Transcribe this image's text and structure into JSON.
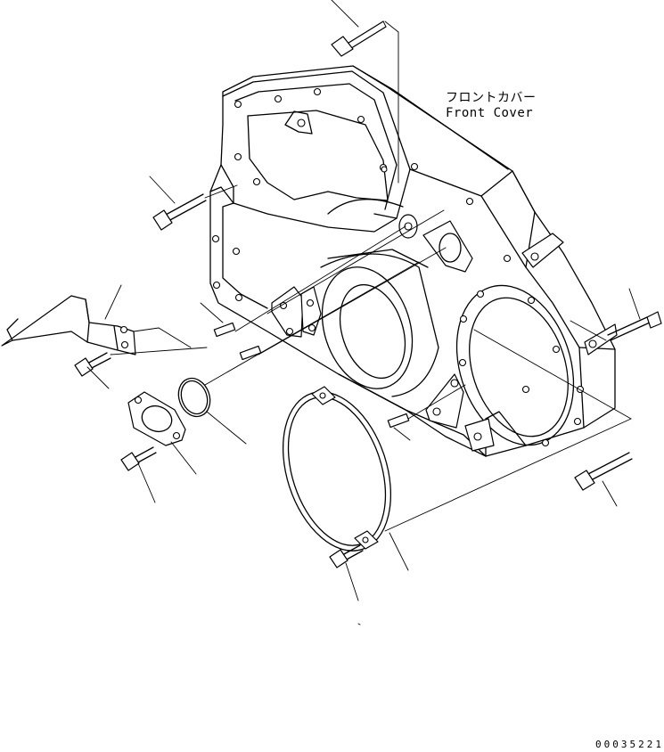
{
  "labels": {
    "front_cover_jp": "フロントカバー",
    "front_cover_en": "Front Cover"
  },
  "drawing_id": "00035221",
  "colors": {
    "line": "#000000",
    "background": "#ffffff"
  }
}
